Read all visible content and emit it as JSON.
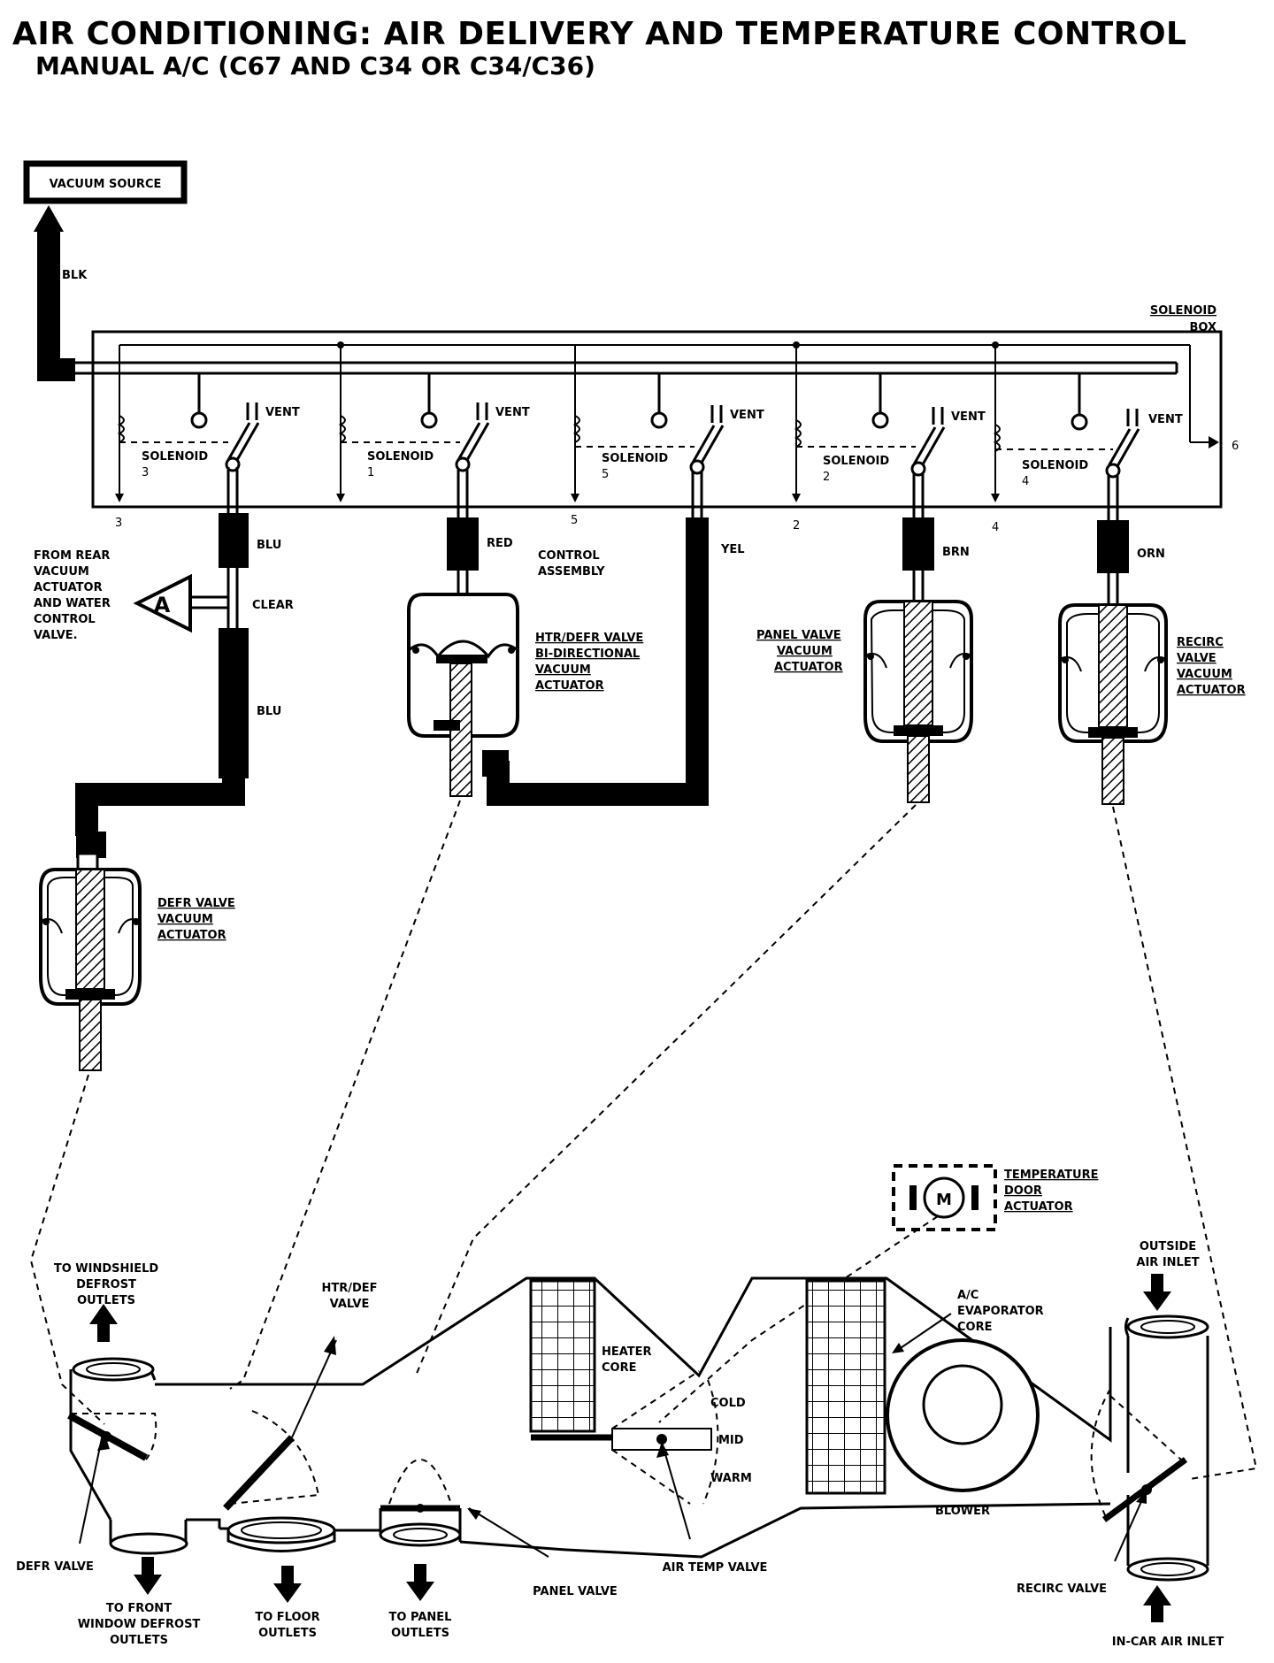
{
  "title": "AIR CONDITIONING:  AIR DELIVERY AND TEMPERATURE CONTROL",
  "subtitle": "MANUAL A/C (C67 AND C34 OR C34/C36)",
  "vacuum_source": "VACUUM SOURCE",
  "solenoid_box": [
    "SOLENOID",
    "BOX"
  ],
  "hoses": {
    "blk": "BLK",
    "blu": "BLU",
    "clear": "CLEAR",
    "blu2": "BLU",
    "red": "RED",
    "yel": "YEL",
    "brn": "BRN",
    "orn": "ORN"
  },
  "solenoids": [
    {
      "label": "SOLENOID",
      "num": "3",
      "port": "3"
    },
    {
      "label": "SOLENOID",
      "num": "1",
      "port": ""
    },
    {
      "label": "SOLENOID",
      "num": "5",
      "port": "5"
    },
    {
      "label": "SOLENOID",
      "num": "2",
      "port": "2"
    },
    {
      "label": "SOLENOID",
      "num": "4",
      "port": "4"
    }
  ],
  "vent": "VENT",
  "port6": "6",
  "rear_vacuum": [
    "FROM REAR",
    "VACUUM",
    "ACTUATOR",
    "AND WATER",
    "CONTROL",
    "VALVE."
  ],
  "connector_a": "A",
  "control_assembly": [
    "CONTROL",
    "ASSEMBLY"
  ],
  "htr_defr_actuator": [
    "HTR/DEFR VALVE",
    "BI-DIRECTIONAL",
    "VACUUM",
    "ACTUATOR"
  ],
  "panel_actuator": [
    "PANEL VALVE",
    "VACUUM",
    "ACTUATOR"
  ],
  "recirc_actuator": [
    "RECIRC",
    "VALVE",
    "VACUUM",
    "ACTUATOR"
  ],
  "defr_actuator": [
    "DEFR VALVE",
    "VACUUM",
    "ACTUATOR"
  ],
  "temp_door_actuator": [
    "TEMPERATURE",
    "DOOR",
    "ACTUATOR"
  ],
  "motor": "M",
  "windshield": [
    "TO WINDSHIELD",
    "DEFROST",
    "OUTLETS"
  ],
  "htr_def_valve": [
    "HTR/DEF",
    "VALVE"
  ],
  "heater_core": [
    "HEATER",
    "CORE"
  ],
  "evaporator": [
    "A/C",
    "EVAPORATOR",
    "CORE"
  ],
  "outside_air": [
    "OUTSIDE",
    "AIR INLET"
  ],
  "cold": "COLD",
  "mid": "MID",
  "warm": "WARM",
  "blower": "BLOWER",
  "air_temp_valve": "AIR TEMP VALVE",
  "panel_valve": "PANEL VALVE",
  "recirc_valve": "RECIRC VALVE",
  "defr_valve": "DEFR VALVE",
  "front_window": [
    "TO FRONT",
    "WINDOW DEFROST",
    "OUTLETS"
  ],
  "floor": [
    "TO FLOOR",
    "OUTLETS"
  ],
  "panel_outlets": [
    "TO PANEL",
    "OUTLETS"
  ],
  "incar_air": "IN-CAR AIR INLET"
}
